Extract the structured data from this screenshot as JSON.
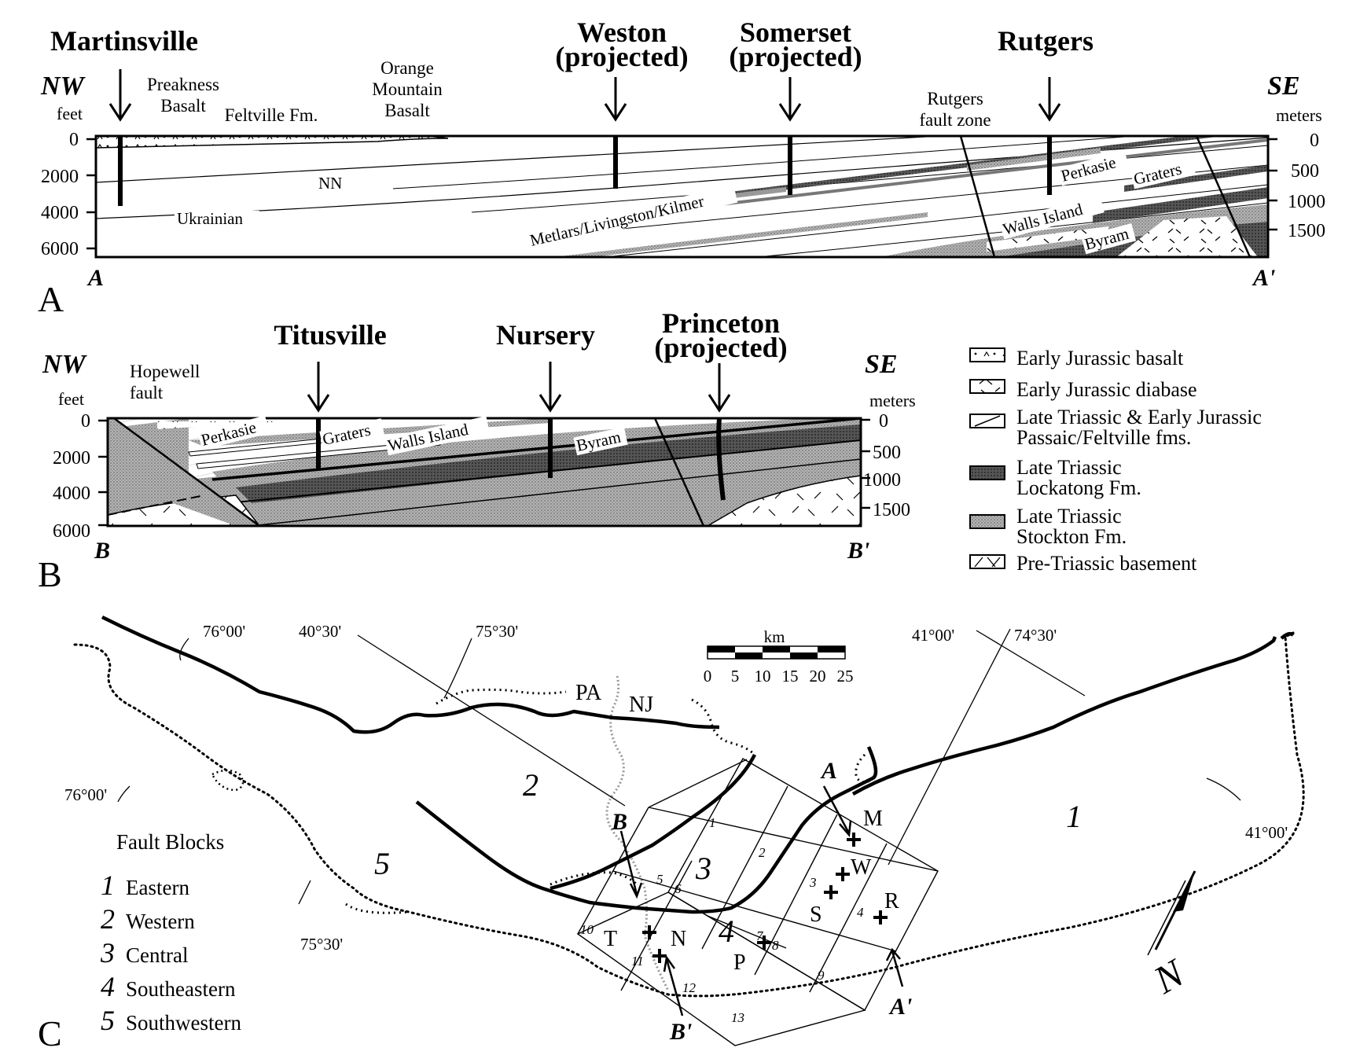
{
  "section_a": {
    "wells": [
      "Martinsville",
      "Weston",
      "(projected)",
      "Somerset",
      "(projected)",
      "Rutgers"
    ],
    "left_dir": "NW",
    "right_dir": "SE",
    "left_unit": "feet",
    "right_unit": "meters",
    "feet_ticks": [
      "0",
      "2000",
      "4000",
      "6000"
    ],
    "meter_ticks": [
      "0",
      "500",
      "1000",
      "1500"
    ],
    "units": {
      "preakness": [
        "Preakness",
        "Basalt"
      ],
      "feltville": "Feltville Fm.",
      "orange": [
        "Orange",
        "Mountain",
        "Basalt"
      ],
      "rutgers_fault": [
        "Rutgers",
        "fault zone"
      ],
      "nn": "NN",
      "ukrainian": "Ukrainian",
      "metlars": "Metlars/Livingston/Kilmer",
      "perkasie": "Perkasie",
      "graters": "Graters",
      "walls_island": "Walls Island",
      "byram": "Byram"
    },
    "end_left": "A",
    "end_right": "A'",
    "panel": "A"
  },
  "section_b": {
    "wells": [
      "Titusville",
      "Nursery",
      "Princeton",
      "(projected)"
    ],
    "left_dir": "NW",
    "right_dir": "SE",
    "left_unit": "feet",
    "right_unit": "meters",
    "feet_ticks": [
      "0",
      "2000",
      "4000",
      "6000"
    ],
    "meter_ticks": [
      "0",
      "500",
      "1000",
      "1500"
    ],
    "units": {
      "hopewell": [
        "Hopewell",
        "fault"
      ],
      "perkasie": "Perkasie",
      "graters": "Graters",
      "walls_island": "Walls Island",
      "byram": "Byram"
    },
    "end_left": "B",
    "end_right": "B'",
    "panel": "B"
  },
  "legend": [
    {
      "pattern": "basalt",
      "lines": [
        "Early Jurassic basalt"
      ]
    },
    {
      "pattern": "diabase",
      "lines": [
        "Early Jurassic diabase"
      ]
    },
    {
      "pattern": "passaic",
      "lines": [
        "Late Triassic & Early Jurassic",
        "Passaic/Feltville fms."
      ]
    },
    {
      "pattern": "lockatong",
      "lines": [
        "Late Triassic",
        "Lockatong Fm."
      ]
    },
    {
      "pattern": "stockton",
      "lines": [
        "Late Triassic",
        "Stockton Fm."
      ]
    },
    {
      "pattern": "basement",
      "lines": [
        "Pre-Triassic basement"
      ]
    }
  ],
  "map": {
    "panel": "C",
    "scale_title": "km",
    "scale_ticks": [
      "0",
      "5",
      "10",
      "15",
      "20",
      "25"
    ],
    "coords": {
      "lon76_top": "76°00'",
      "lat4030": "40°30'",
      "lon7530_top": "75°30'",
      "lat4100_top": "41°00'",
      "lon7430": "74°30'",
      "lon76_left": "76°00'",
      "lat4100_right": "41°00'",
      "lon7530_bottom": "75°30'"
    },
    "states": [
      "PA",
      "NJ"
    ],
    "block_numbers": [
      "1",
      "2",
      "3",
      "4",
      "5"
    ],
    "wells": [
      "M",
      "W",
      "S",
      "R",
      "T",
      "N",
      "P"
    ],
    "grid_numbers": [
      "1",
      "2",
      "3",
      "4",
      "5",
      "6",
      "7",
      "8",
      "9",
      "10",
      "11",
      "12",
      "13"
    ],
    "section_ends": [
      "A",
      "A'",
      "B",
      "B'"
    ],
    "north": "N",
    "fault_blocks": {
      "title": "Fault Blocks",
      "items": [
        {
          "num": "1",
          "name": "Eastern"
        },
        {
          "num": "2",
          "name": "Western"
        },
        {
          "num": "3",
          "name": "Central"
        },
        {
          "num": "4",
          "name": "Southeastern"
        },
        {
          "num": "5",
          "name": "Southwestern"
        }
      ]
    }
  }
}
